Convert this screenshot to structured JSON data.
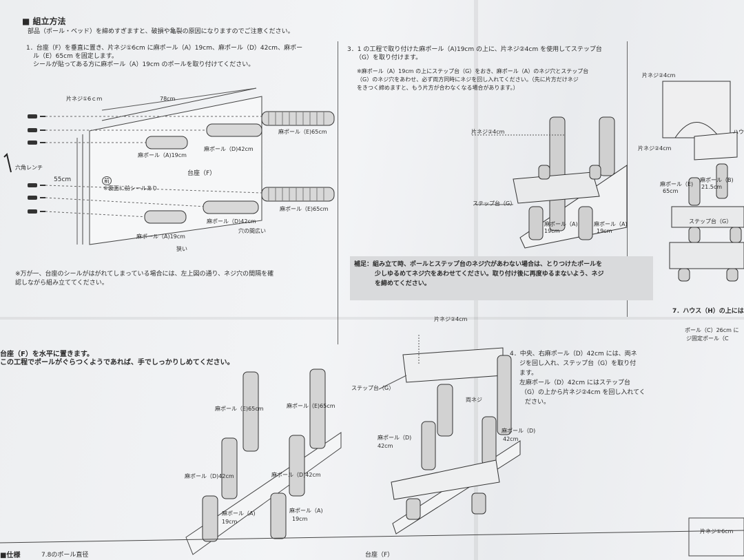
{
  "header": {
    "title": "■ 組立方法",
    "caution": "部品（ポール・ベッド）を締めすぎますと、破損や亀裂の原因になりますのでご注意ください。"
  },
  "step1": {
    "line1": "1．台座（F）を垂直に置き、片ネジ①6cm に麻ポール（A）19cm、麻ポール（D）42cm、麻ポー",
    "line2": "ル（E）65cm を固定します。",
    "line3": "シールが貼ってある方に麻ポール（A）19cm のポールを取り付けてください。"
  },
  "diagram1": {
    "screw_label": "片ネジ①6ｃｍ",
    "width_label": "78cm",
    "height_label": "55cm",
    "hex_wrench": "六角レンチ",
    "base_label": "台座（F）",
    "front_mark": "前",
    "sticker_note": "※裏面に前シールあり",
    "pole_e_top": "麻ポール（E)65cm",
    "pole_d_top": "麻ポール（D)42cm",
    "pole_a_top": "麻ポール（A)19cm",
    "pole_e_bottom": "麻ポール（E)65cm",
    "pole_d_bottom": "麻ポール（D)42cm",
    "pole_a_bottom": "麻ポール（A)19cm",
    "narrow": "狭い",
    "wide": "穴の間広い"
  },
  "step1_note": {
    "line1": "※万が一、台座のシールがはがれてしまっている場合には、左上図の通り、ネジ穴の間隔を確",
    "line2": "認しながら組み立ててください。"
  },
  "step2": {
    "line1": "台座（F）を水平に置きます。",
    "line2": "この工程でポールがぐらつくようであれば、手でしっかりしめてください。",
    "pole_e1": "麻ポール（E)65cm",
    "pole_e2": "麻ポール（E)65cm",
    "pole_d1": "麻ポール（D)42cm",
    "pole_d2": "麻ポール（D)42cm",
    "pole_a1": "麻ポール（A)",
    "pole_a1_len": "19cm",
    "pole_a2": "麻ポール（A)",
    "pole_a2_len": "19cm"
  },
  "step3": {
    "line1": "3．1 の工程で取り付けた麻ポール（A)19cm の上に、片ネジ②4cm を使用してステップ台",
    "line2": "（G）を取り付けます。",
    "sub1": "※麻ポール（A）19cm の上にステップ台（G）をおき、麻ポール（A）のネジ穴とステップ台",
    "sub2": "（G）のネジ穴をあわせ、必ず両方同時にネジを回し入れてください。（先に片方だけネジ",
    "sub3": "をきつく締めますと、もう片方が合わなくなる場合があります。）",
    "screw_label": "片ネジ②4cm",
    "step_label": "ステップ台（G）",
    "pole_a1": "麻ポール（A)",
    "pole_a1_len": "19cm",
    "pole_a2": "麻ポール（A)",
    "pole_a2_len": "19cm"
  },
  "supplement": {
    "line1": "補足：組み立て時、ポールとステップ台のネジ穴があわない場合は、とりつけたポールを",
    "line2": "少しゆるめてネジ穴をあわせてください。取り付け後に再度ゆるまないよう、ネジ",
    "line3": "を締めてください。"
  },
  "step4": {
    "screw_label": "片ネジ②4cm",
    "step_label": "ステップ台（G）",
    "double_screw": "両ネジ",
    "pole_d_left": "麻ポール（D)",
    "pole_d_left_len": "42cm",
    "pole_d_right": "麻ポール（D)",
    "pole_d_right_len": "42cm",
    "line1": "4．中央、右麻ポール（D）42cm には、両ネ",
    "line2": "ジを回し入れ、ステップ台（G）を取り付",
    "line3": "ます。",
    "line4": "左麻ポール（D）42cm にはステップ台",
    "line5": "（G）の上から片ネジ②4cm を回し入れてく",
    "line6": "ださい。"
  },
  "right_edge": {
    "screw_top": "片ネジ②4cm",
    "screw_mid": "片ネジ②4cm",
    "pole_e": "麻ポール（E)",
    "pole_e_len": "65cm",
    "pole_b": "麻ポール（B)",
    "pole_b_len": "21.5cm",
    "step_label": "ステップ台（G）",
    "house_mark": "ハウ",
    "step7_1": "7．ハウス（H）の上には",
    "step7_2": "ポール（C）26cm に",
    "step7_3": "ジ固定ポール（C",
    "screw_bottom": "片ネジ①6cm"
  },
  "footer": {
    "spec": "■仕様",
    "pole_diameter": "7.8のポール直径",
    "base_label": "台座（F）"
  }
}
